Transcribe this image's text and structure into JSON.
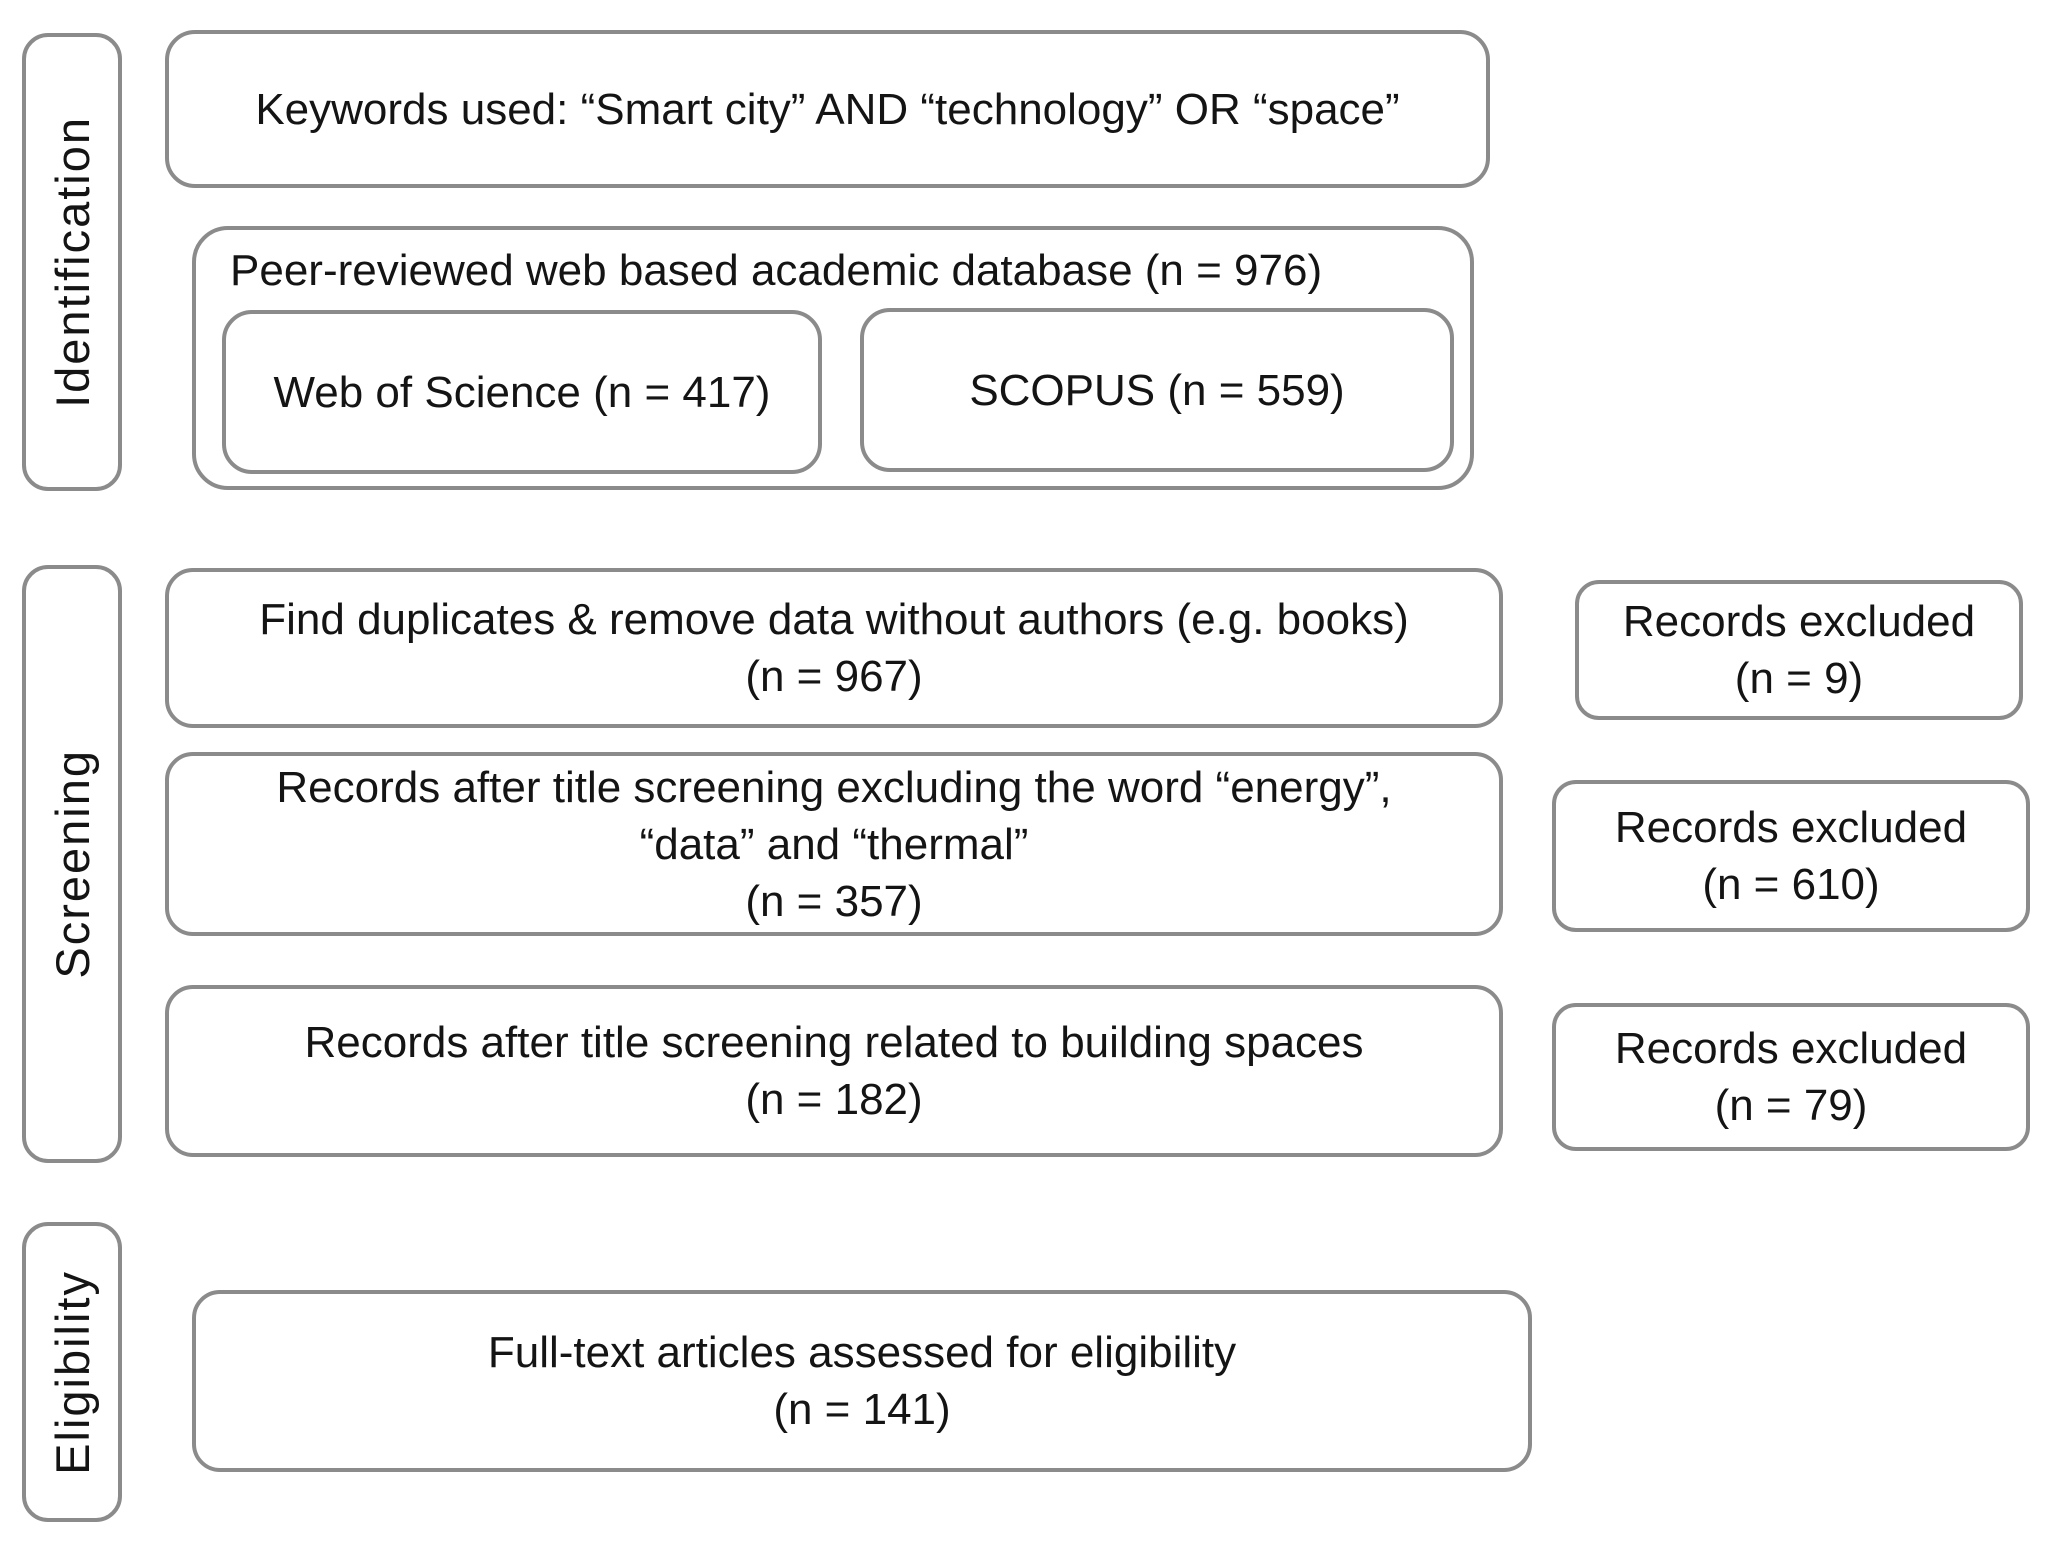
{
  "diagram": {
    "stages": {
      "identification": "Identification",
      "screening": "Screening",
      "eligibility": "Eligibility"
    },
    "keywords_box": {
      "text": "Keywords used: “Smart city” AND “technology” OR “space”"
    },
    "database_box": {
      "title": "Peer-reviewed web based academic database (n = 976)",
      "sources": {
        "web_of_science": "Web of Science (n = 417)",
        "scopus": "SCOPUS (n = 559)"
      }
    },
    "screening_steps": [
      {
        "lines": [
          "Find duplicates & remove data without authors (e.g. books)",
          "(n = 967)"
        ],
        "excluded": [
          "Records excluded",
          "(n = 9)"
        ]
      },
      {
        "lines": [
          "Records after title screening excluding the word “energy”,",
          "“data” and “thermal”",
          "(n = 357)"
        ],
        "excluded": [
          "Records excluded",
          "(n = 610)"
        ]
      },
      {
        "lines": [
          "Records after title screening related to building spaces",
          "(n = 182)"
        ],
        "excluded": [
          "Records excluded",
          "(n = 79)"
        ]
      }
    ],
    "eligibility_box": {
      "lines": [
        "Full-text articles assessed for eligibility",
        "(n = 141)"
      ]
    }
  },
  "colors": {
    "border": "#8b8b8b",
    "text": "#141414",
    "background": "#ffffff"
  }
}
